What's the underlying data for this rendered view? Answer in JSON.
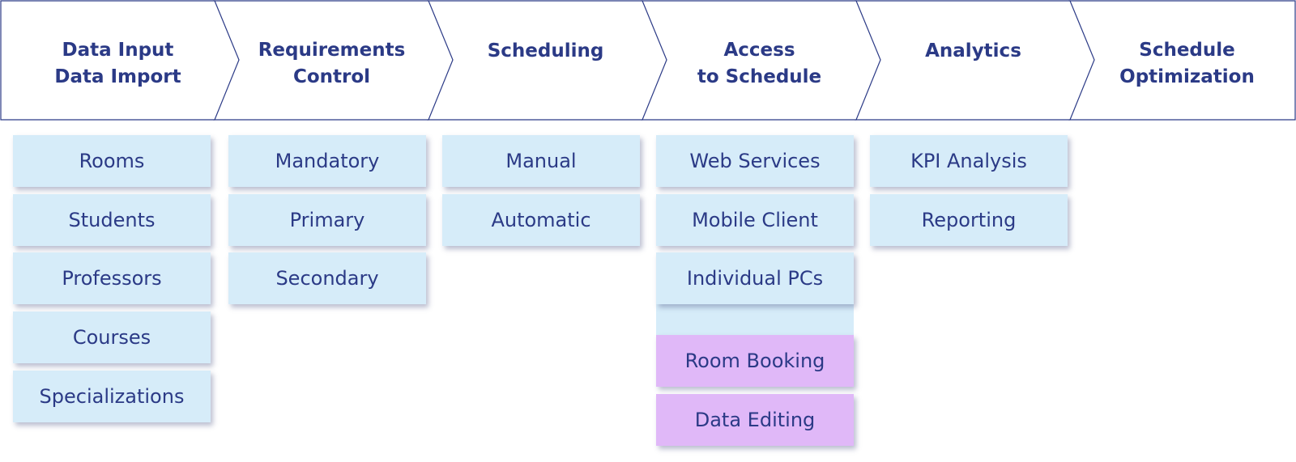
{
  "stages": [
    {
      "title": "Data Input\nData Import"
    },
    {
      "title": "Requirements\nControl"
    },
    {
      "title": "Scheduling"
    },
    {
      "title": "Access\nto Schedule"
    },
    {
      "title": "Analytics"
    },
    {
      "title": "Schedule\nOptimization"
    }
  ],
  "columns": [
    {
      "items": [
        "Rooms",
        "Students",
        "Professors",
        "Courses",
        "Specializations"
      ]
    },
    {
      "items": [
        "Mandatory",
        "Primary",
        "Secondary"
      ]
    },
    {
      "items": [
        "Manual",
        "Automatic"
      ]
    },
    {
      "items": [
        "Web Services",
        "Mobile Client",
        "Individual PCs"
      ],
      "extra_items": [
        "Room Booking",
        "Data Editing"
      ]
    },
    {
      "items": [
        "KPI Analysis",
        "Reporting"
      ]
    }
  ],
  "colors": {
    "text": "#2b3a86",
    "stage_border": "#2b3a86",
    "box_blue": "#d6ecf9",
    "box_purple": "#e0b8f8"
  }
}
